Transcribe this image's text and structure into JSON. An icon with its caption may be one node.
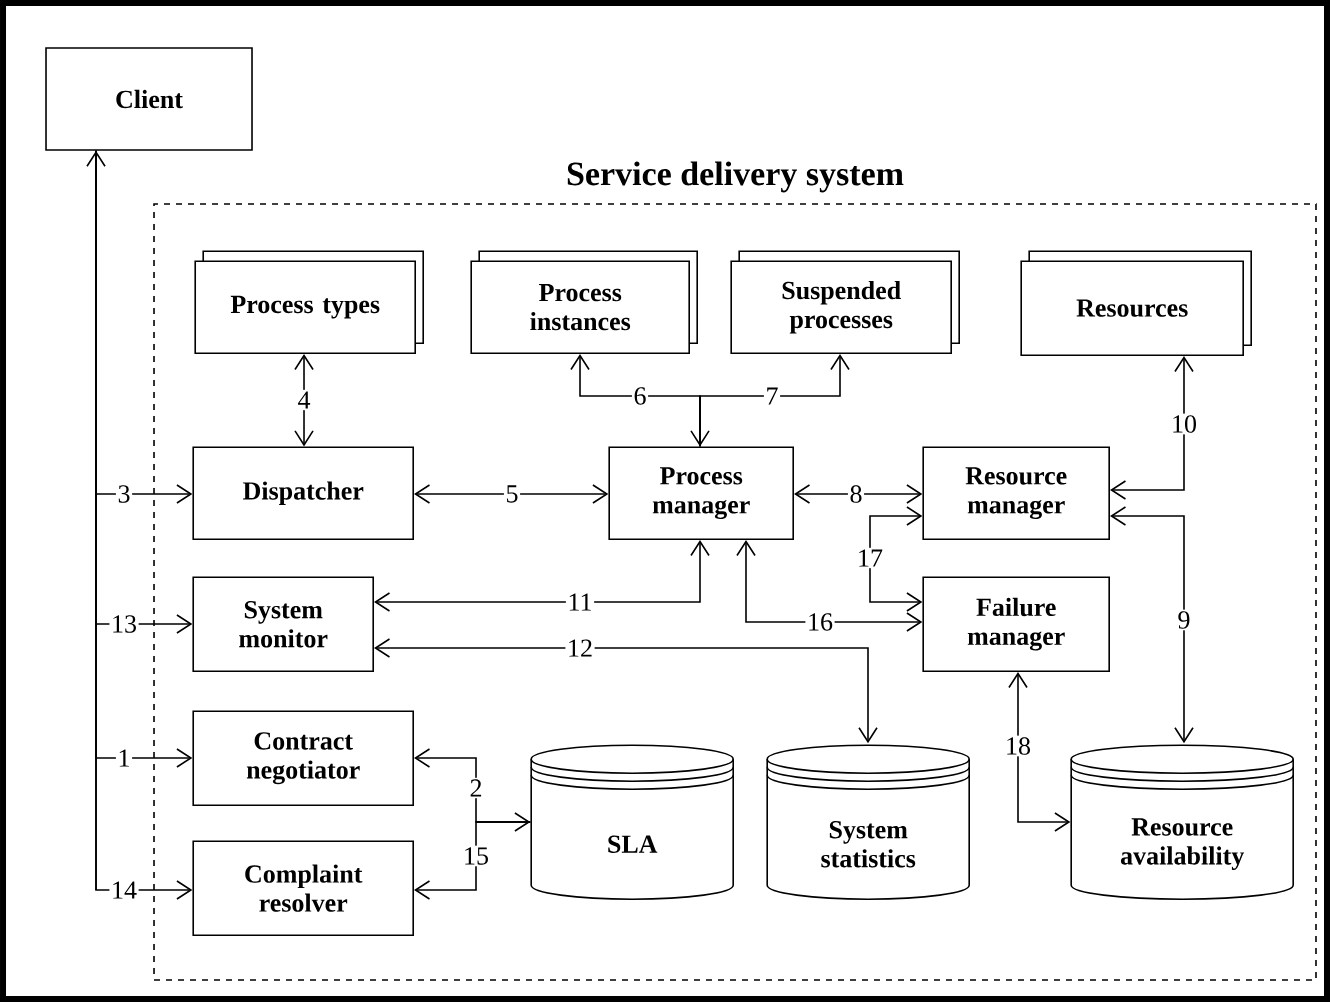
{
  "diagram": {
    "nodes": [
      {
        "text": [
          "Client"
        ]
      },
      {
        "text": [
          "Service delivery system"
        ]
      },
      {
        "text": [
          "Process types"
        ],
        "in": 1
      },
      {
        "text": [
          "Process instances"
        ],
        "in": 1
      },
      {
        "text": [
          "Suspended processes"
        ],
        "in": 1
      },
      {
        "text": [
          "Resources"
        ],
        "in": 1
      },
      {
        "text": [
          "Dispatcher"
        ],
        "in": 1
      },
      {
        "text": [
          "Process manager"
        ],
        "in": 1
      },
      {
        "text": [
          "Resource manager"
        ],
        "in": 1
      },
      {
        "text": [
          "System monitor"
        ],
        "in": 1
      },
      {
        "text": [
          "Failure manager"
        ],
        "in": 1
      },
      {
        "text": [
          "Contract negotiator"
        ],
        "in": 1
      },
      {
        "text": [
          "SLA"
        ],
        "in": 1
      },
      {
        "text": [
          "System statistics"
        ],
        "in": 1
      },
      {
        "text": [
          "Complaint resolver"
        ],
        "in": 1
      },
      {
        "text": [
          "Resource availability"
        ],
        "in": 1
      }
    ],
    "edges": [
      {
        "from": 0,
        "to": 11,
        "arrow": "both",
        "label": "1"
      },
      {
        "from": 11,
        "to": 12,
        "arrow": "both",
        "label": "2"
      },
      {
        "from": 0,
        "to": 6,
        "arrow": "both",
        "label": "3"
      },
      {
        "from": 2,
        "to": 6,
        "arrow": "both",
        "label": "4"
      },
      {
        "from": 6,
        "to": 7,
        "arrow": "both",
        "label": "5"
      },
      {
        "from": 7,
        "to": 3,
        "arrow": "both",
        "label": "6"
      },
      {
        "from": 7,
        "to": 4,
        "arrow": "both",
        "label": "7"
      },
      {
        "from": 7,
        "to": 8,
        "arrow": "both",
        "label": "8"
      },
      {
        "from": 8,
        "to": 15,
        "arrow": "both",
        "label": "9"
      },
      {
        "from": 8,
        "to": 5,
        "arrow": "both",
        "label": "10"
      },
      {
        "from": 7,
        "to": 9,
        "arrow": "both",
        "label": "11"
      },
      {
        "from": 9,
        "to": 13,
        "arrow": "both",
        "label": "12"
      },
      {
        "from": 0,
        "to": 9,
        "arrow": "both",
        "label": "13"
      },
      {
        "from": 0,
        "to": 14,
        "arrow": "both",
        "label": "14"
      },
      {
        "from": 14,
        "to": 12,
        "arrow": "both",
        "label": "15"
      },
      {
        "from": 7,
        "to": 10,
        "arrow": "both",
        "label": "16"
      },
      {
        "from": 8,
        "to": 10,
        "arrow": "both",
        "label": "17"
      },
      {
        "from": 10,
        "to": 15,
        "arrow": "both",
        "label": "18"
      }
    ]
  }
}
